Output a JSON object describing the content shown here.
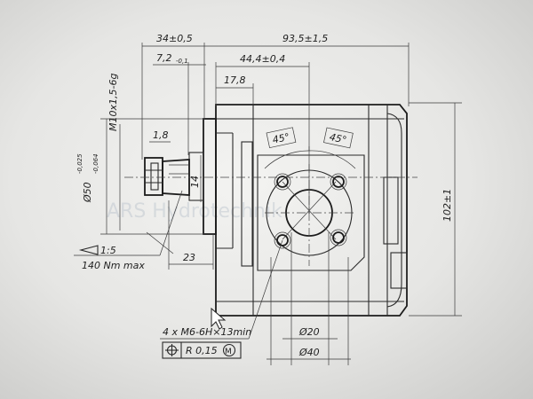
{
  "dimensions": {
    "d_34": "34±0,5",
    "d_93": "93,5±1,5",
    "d_7": "7,2",
    "d_7_tol": "-0,1",
    "d_44": "44,4±0,4",
    "d_17": "17,8",
    "d_thread": "M10x1,5-6g",
    "d_18": "1,8",
    "d_50": "Ø50",
    "d_50_tol_up": "-0,025",
    "d_50_tol_lo": "-0,064",
    "d_14": "14",
    "d_23": "23",
    "d_102": "102±1",
    "d_20": "Ø20",
    "d_40": "Ø40",
    "angle_left": "45°",
    "angle_right": "45°",
    "taper": "1:5",
    "torque": "140 Nm max",
    "holes": "4 x M6-6H×13min",
    "tolerance": "R 0,15",
    "tolerance_mod": "M"
  },
  "watermark": "ARS Hydrotechnik",
  "icons": [
    "arrow-cursor-icon",
    "position-tolerance-icon",
    "taper-icon"
  ]
}
